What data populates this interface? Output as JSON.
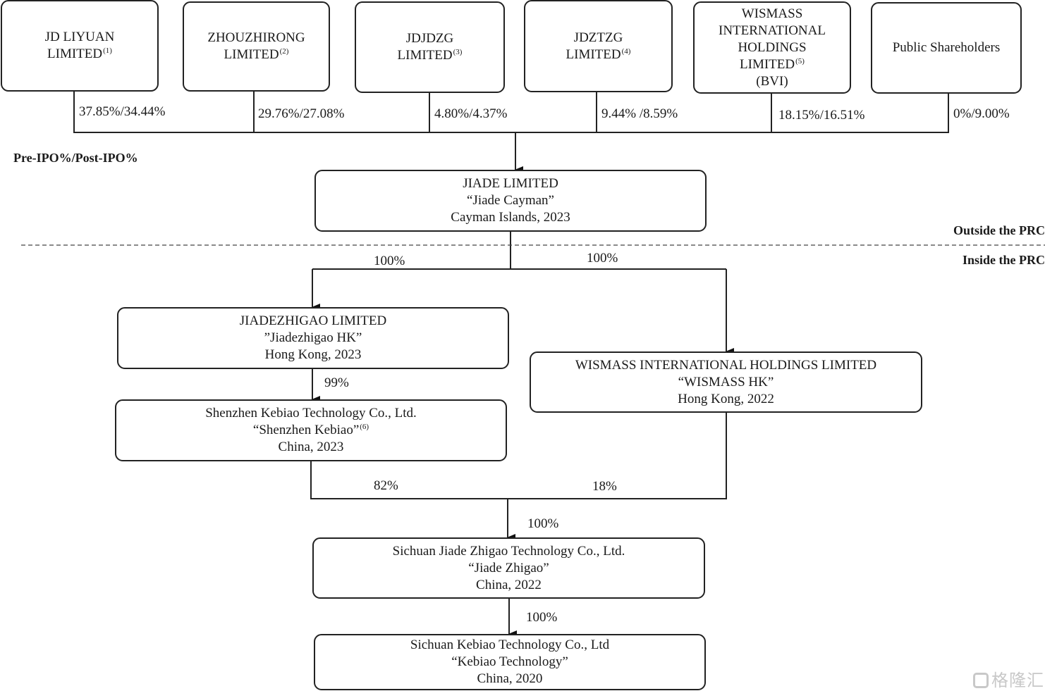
{
  "shareholders": [
    {
      "line1": "JD LIYUAN",
      "line2": "LIMITED",
      "note": "(1)",
      "pct": "37.85%/34.44%"
    },
    {
      "line1": "ZHOUZHIRONG",
      "line2": "LIMITED",
      "note": "(2)",
      "pct": "29.76%/27.08%"
    },
    {
      "line1": "JDJDZG",
      "line2": "LIMITED",
      "note": "(3)",
      "pct": "4.80%/4.37%"
    },
    {
      "line1": "JDZTZG",
      "line2": "LIMITED",
      "note": "(4)",
      "pct": "9.44% /8.59%"
    },
    {
      "line1": "WISMASS",
      "line2": "INTERNATIONAL",
      "line3": "HOLDINGS",
      "line4": "LIMITED",
      "note": "(5)",
      "line5": "(BVI)",
      "pct": "18.15%/16.51%"
    },
    {
      "line1": "Public Shareholders",
      "pct": "0%/9.00%"
    }
  ],
  "legend_pre_post": "Pre-IPO%/Post-IPO%",
  "outside_prc": "Outside the PRC",
  "inside_prc": "Inside the PRC",
  "entities": {
    "jiade_cayman": {
      "name": "JIADE LIMITED",
      "alias": "“Jiade Cayman”",
      "place": "Cayman Islands, 2023"
    },
    "jiadezhigao_hk": {
      "name": "JIADEZHIGAO LIMITED",
      "alias": "”Jiadezhigao HK”",
      "place": "Hong Kong, 2023"
    },
    "wismass_hk": {
      "name": "WISMASS INTERNATIONAL HOLDINGS LIMITED",
      "alias": "“WISMASS HK”",
      "place": "Hong Kong, 2022"
    },
    "shenzhen_kebiao": {
      "name": "Shenzhen Kebiao Technology Co., Ltd.",
      "alias": "“Shenzhen Kebiao”",
      "note": "(6)",
      "place": "China, 2023"
    },
    "jiade_zhigao": {
      "name": "Sichuan Jiade Zhigao Technology Co., Ltd.",
      "alias": "“Jiade Zhigao”",
      "place": "China, 2022"
    },
    "kebiao_technology": {
      "name": "Sichuan Kebiao Technology Co., Ltd",
      "alias": "“Kebiao Technology”",
      "place": "China, 2020"
    }
  },
  "ownership": {
    "cayman_to_jiadezhigao": "100%",
    "cayman_to_wismass_hk": "100%",
    "jiadezhigao_to_shenzhen": "99%",
    "shenzhen_to_jiade_zhigao": "82%",
    "wismass_to_jiade_zhigao": "18%",
    "combined_to_jiade_zhigao": "100%",
    "jiade_zhigao_to_kebiao": "100%"
  },
  "watermark": "格隆汇"
}
